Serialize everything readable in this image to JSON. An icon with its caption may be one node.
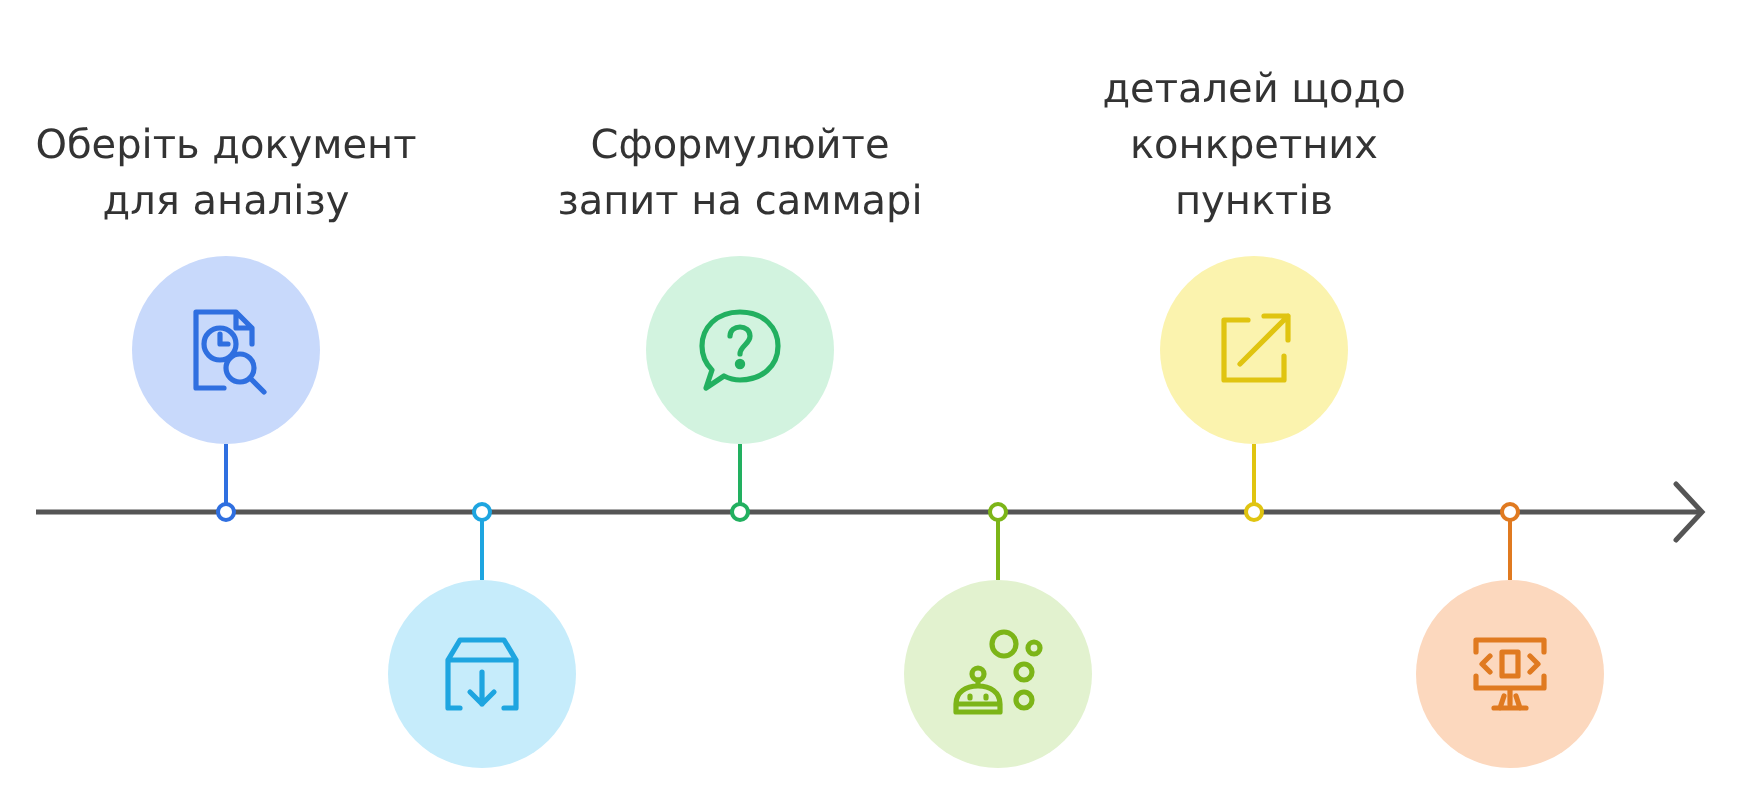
{
  "diagram": {
    "nodes": [
      {
        "text": [],
        "shape": "circle",
        "beside": [
          "Оберіть документ для аналізу"
        ]
      },
      {
        "text": [],
        "shape": "circle"
      },
      {
        "text": [],
        "shape": "circle",
        "beside": [
          "Сформулюйте запит на саммарі"
        ]
      },
      {
        "text": [],
        "shape": "circle"
      },
      {
        "text": [],
        "shape": "circle",
        "beside": [
          "деталей щодо конкретних пунктів"
        ]
      },
      {
        "text": [],
        "shape": "circle"
      }
    ]
  }
}
